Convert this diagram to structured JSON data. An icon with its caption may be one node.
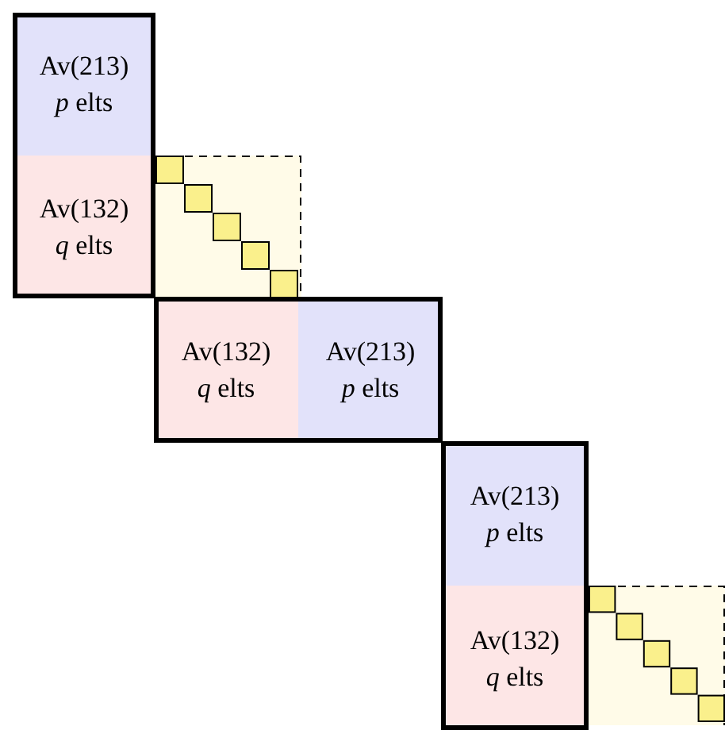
{
  "diagram": {
    "nodes": [
      {
        "text": [],
        "shape": "box"
      },
      {
        "text": [
          "Av(213) *p* elts"
        ],
        "in": 0
      },
      {
        "text": [
          "Av(132) *q* elts"
        ],
        "in": 0
      },
      {
        "text": [],
        "shape": "box"
      },
      {
        "text": [],
        "shape": "box"
      },
      {
        "text": [
          "Av(132) *q* elts"
        ],
        "in": 4
      },
      {
        "text": [
          "Av(213) *p* elts"
        ],
        "in": 4
      },
      {
        "text": [],
        "shape": "box"
      },
      {
        "text": [
          "Av(213) *p* elts"
        ],
        "in": 7
      },
      {
        "text": [
          "Av(132) *q* elts"
        ],
        "in": 7
      },
      {
        "text": [],
        "shape": "box"
      }
    ]
  }
}
